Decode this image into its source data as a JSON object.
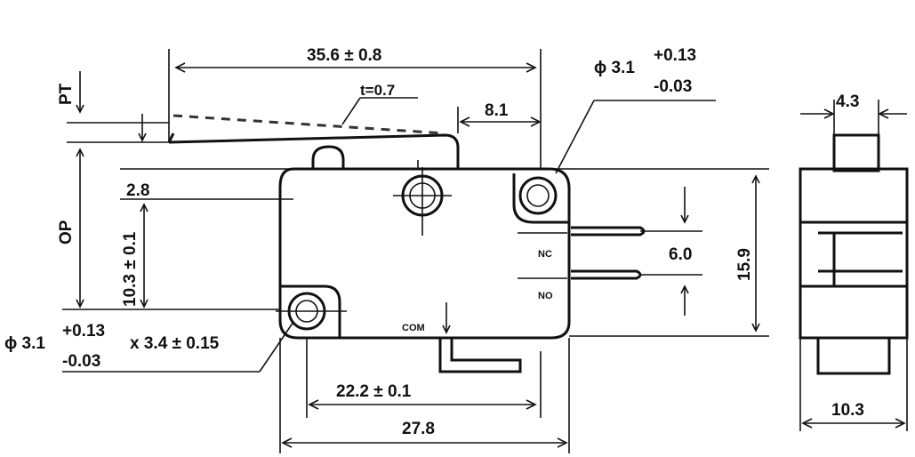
{
  "labels": {
    "overall_length": "35.6 ± 0.8",
    "lever_thickness": "t=0.7",
    "lever_offset": "8.1",
    "pt": "PT",
    "op": "OP",
    "dim_2_8": "2.8",
    "dim_10_3_tol": "10.3 ± 0.1",
    "hole_top_dia": "ϕ 3.1",
    "hole_top_plus": "+0.13",
    "hole_top_minus": "-0.03",
    "hole_bot_dia": "ϕ 3.1",
    "hole_bot_plus": "+0.13",
    "hole_bot_minus": "-0.03",
    "hole_bot_x": "x 3.4 ± 0.15",
    "terminal_pitch": "6.0",
    "height": "15.9",
    "nc": "NC",
    "no": "NO",
    "com": "COM",
    "dim_22_2": "22.2 ± 0.1",
    "dim_27_8": "27.8",
    "side_width_top": "4.3",
    "side_width_bottom": "10.3"
  }
}
